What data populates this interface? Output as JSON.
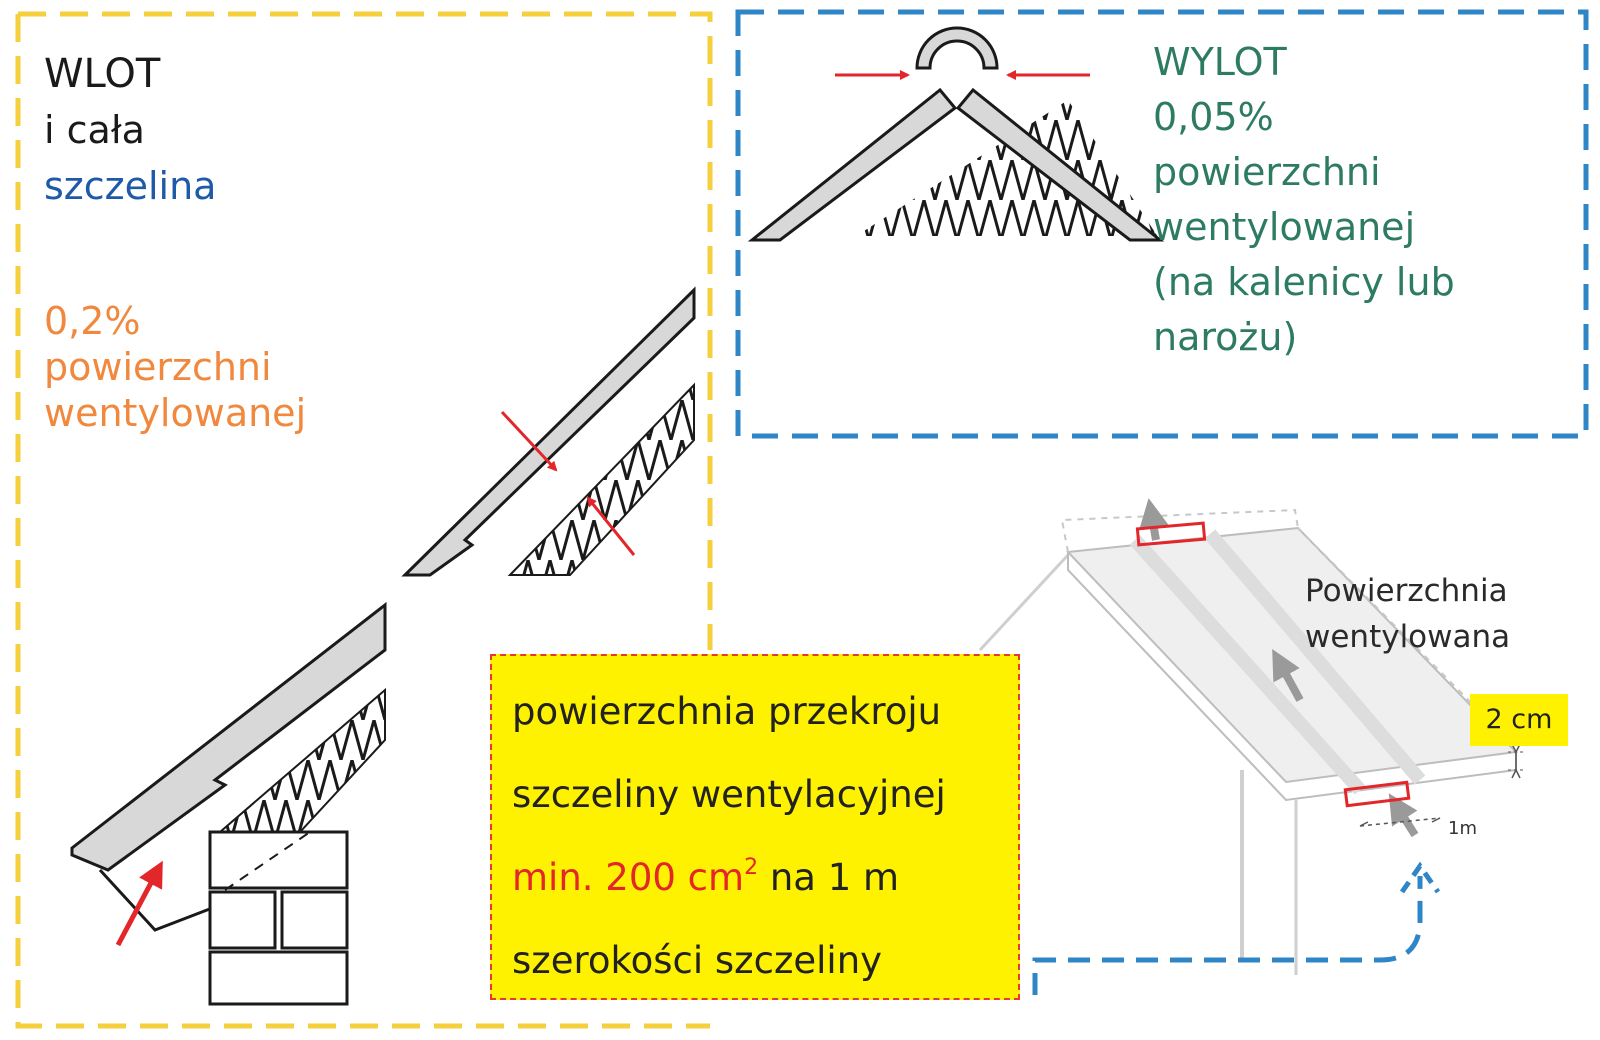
{
  "inlet": {
    "title": "WLOT",
    "subtitle": "i cała",
    "gap_label": "szczelina",
    "percent": "0,2%",
    "line2": "powierzchni",
    "line3": "wentylowanej"
  },
  "outlet": {
    "title": "WYLOT",
    "percent": "0,05%",
    "line2": "powierzchni",
    "line3": "wentylowanej",
    "line4": "(na kalenicy lub",
    "line5": "narożu)"
  },
  "note": {
    "line1": "powierzchnia przekroju",
    "line2": "szczeliny wentylacyjnej",
    "line3_red": "min. 200 cm",
    "line3_sup": "2",
    "line3_rest": " na 1 m",
    "line4": "szerokości szczeliny"
  },
  "ventilated_surface": {
    "line1": "Powierzchnia",
    "line2": "wentylowana",
    "thickness": "2 cm",
    "width": "1m"
  },
  "colors": {
    "inlet_frame": "#f5cf3c",
    "outlet_frame": "#2f86c7",
    "note_bg": "#fff200",
    "note_border": "#e53b2e",
    "arrow_red": "#e2262a",
    "outlet_text": "#2e7b64",
    "inlet_pct_text": "#f0883e",
    "gap_text": "#1f5aa8",
    "roof_gray": "#d8d8d8"
  }
}
